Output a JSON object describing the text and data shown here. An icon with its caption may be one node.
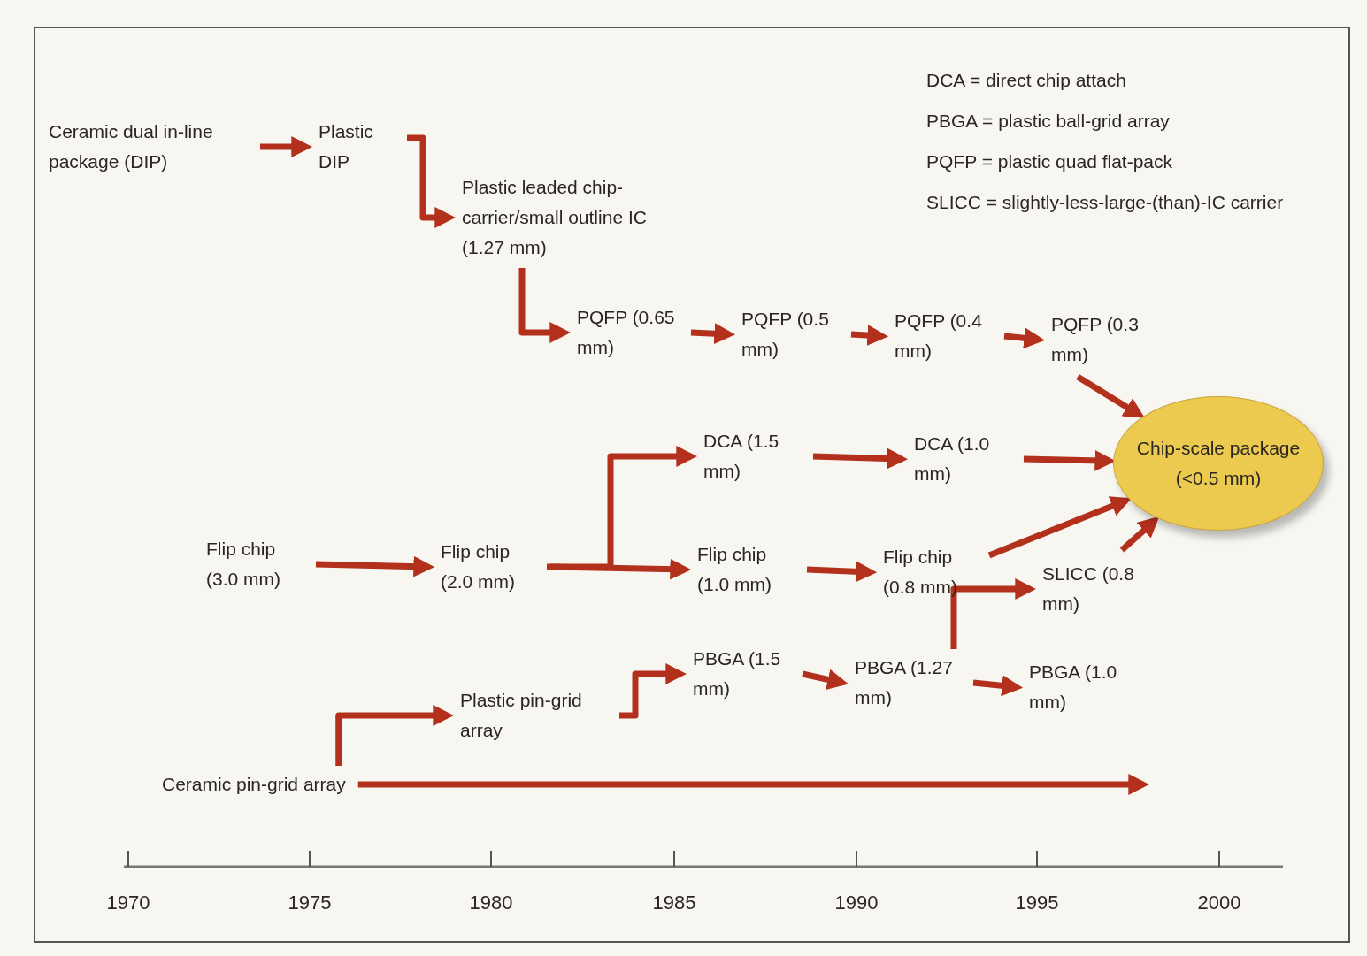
{
  "diagram": {
    "nodes": [
      {
        "text": [
          "Ceramic dual in-line package (DIP)"
        ]
      },
      {
        "text": [
          "Plastic DIP"
        ]
      },
      {
        "text": [
          "Plastic leaded chip-carrier/small outline IC (1.27 mm)"
        ]
      },
      {
        "text": [
          "PQFP (0.65 mm)"
        ]
      },
      {
        "text": [
          "PQFP (0.5 mm)"
        ]
      },
      {
        "text": [
          "PQFP (0.4 mm)"
        ]
      },
      {
        "text": [
          "PQFP (0.3 mm)"
        ]
      },
      {
        "text": [
          "Chip-scale package (<0.5 mm)"
        ]
      },
      {
        "text": [
          "DCA (1.5 mm)"
        ]
      },
      {
        "text": [
          "DCA (1.0 mm)"
        ]
      },
      {
        "text": [
          "Flip chip (3.0 mm)"
        ]
      },
      {
        "text": [
          "Flip chip (2.0 mm)"
        ]
      },
      {
        "text": [
          "Flip chip (1.0 mm)"
        ]
      },
      {
        "text": [
          "Flip chip (0.8 mm)"
        ]
      },
      {
        "text": [
          "SLICC (0.8 mm)"
        ]
      },
      {
        "text": [
          "Plastic pin-grid array"
        ]
      },
      {
        "text": [
          "PBGA (1.5 mm)"
        ]
      },
      {
        "text": [
          "PBGA (1.27 mm)"
        ]
      },
      {
        "text": [
          "PBGA (1.0 mm)"
        ]
      },
      {
        "text": [
          "Ceramic pin-grid array"
        ]
      }
    ],
    "edges": [
      {
        "from": 0,
        "to": 1,
        "arrow": "to"
      },
      {
        "from": 1,
        "to": 2,
        "arrow": "to"
      },
      {
        "from": 2,
        "to": 3,
        "arrow": "to"
      },
      {
        "from": 3,
        "to": 4,
        "arrow": "to"
      },
      {
        "from": 4,
        "to": 5,
        "arrow": "to"
      },
      {
        "from": 5,
        "to": 6,
        "arrow": "to"
      },
      {
        "from": 6,
        "to": 7,
        "arrow": "to"
      },
      {
        "from": 8,
        "to": 9,
        "arrow": "to"
      },
      {
        "from": 9,
        "to": 7,
        "arrow": "to"
      },
      {
        "from": 10,
        "to": 11,
        "arrow": "to"
      },
      {
        "from": 11,
        "to": 12,
        "arrow": "to"
      },
      {
        "from": 11,
        "to": 8,
        "arrow": "to"
      },
      {
        "from": 12,
        "to": 13,
        "arrow": "to"
      },
      {
        "from": 13,
        "to": 7,
        "arrow": "to"
      },
      {
        "from": 14,
        "to": 7,
        "arrow": "to"
      },
      {
        "from": 19,
        "to": 15,
        "arrow": "to"
      },
      {
        "from": 15,
        "to": 16,
        "arrow": "to"
      },
      {
        "from": 16,
        "to": 17,
        "arrow": "to"
      },
      {
        "from": 17,
        "to": 18,
        "arrow": "to"
      },
      {
        "from": 17,
        "to": 14,
        "arrow": "to"
      },
      {
        "from": 19,
        "to": null,
        "arrow": "to"
      }
    ],
    "labels": [
      "DCA = direct chip attach",
      "PBGA = plastic ball-grid array",
      "PQFP = plastic quad flat-pack",
      "SLICC = slightly-less-large-(than)-IC carrier",
      "1970",
      "1975",
      "1980",
      "1985",
      "1990",
      "1995",
      "2000"
    ]
  }
}
